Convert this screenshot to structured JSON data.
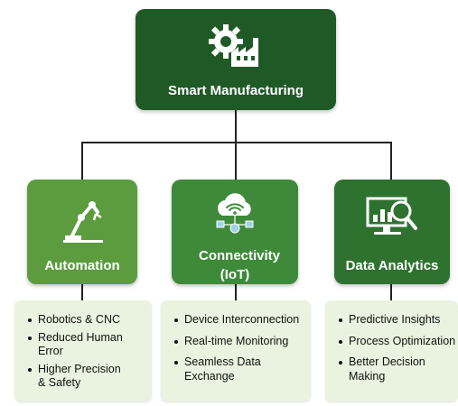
{
  "root": {
    "title": "Smart Manufacturing",
    "icon": "gear-factory-icon"
  },
  "branches": [
    {
      "title": "Automation",
      "icon": "robotic-arm-icon",
      "items": [
        "Robotics & CNC",
        "Reduced Human Error",
        "Higher Precision & Safety"
      ]
    },
    {
      "title": "Connectivity (IoT)",
      "icon": "cloud-wifi-network-icon",
      "items": [
        "Device Interconnection",
        "Real-time Monitoring",
        "Seamless Data Exchange"
      ]
    },
    {
      "title": "Data Analytics",
      "icon": "monitor-magnifier-chart-icon",
      "items": [
        "Predictive Insights",
        "Process Optimization",
        "Better Decision Making"
      ]
    }
  ],
  "colors": {
    "root": "#1f5a26",
    "automation": "#5c9c3f",
    "connectivity": "#3e8a3a",
    "analytics": "#2f7230",
    "list_bg": "#eaf3df"
  }
}
